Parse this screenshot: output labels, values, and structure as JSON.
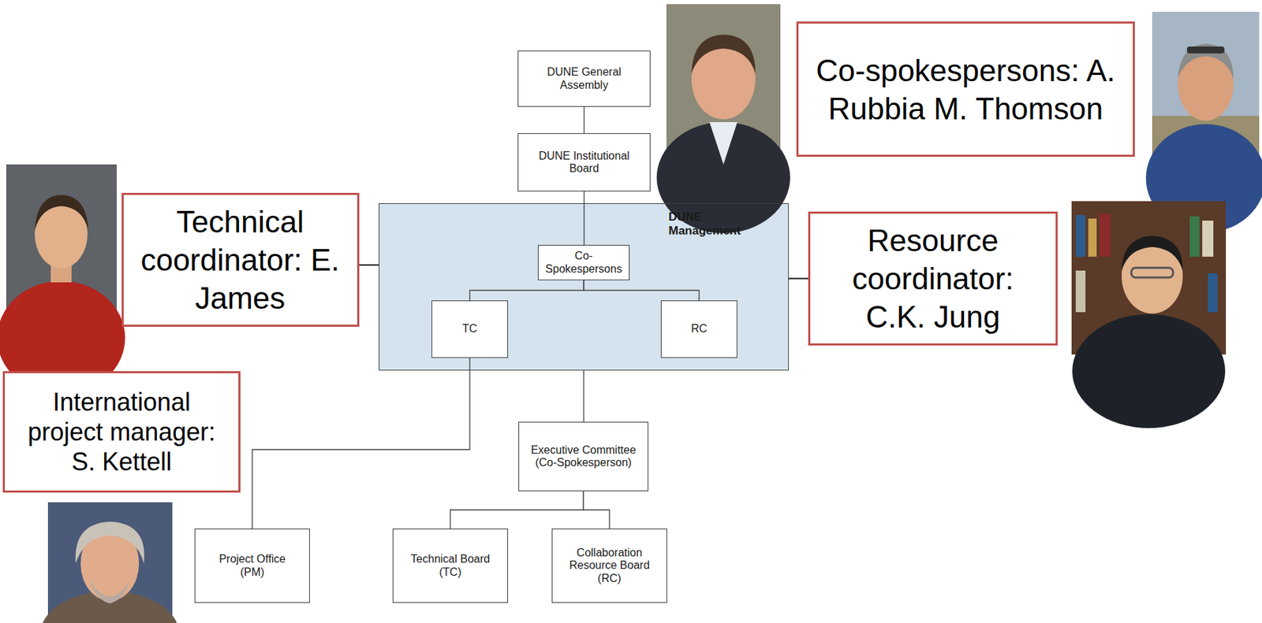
{
  "diagram": {
    "nodes": [
      {
        "text": [
          "DUNE General Assembly"
        ]
      },
      {
        "text": [
          "Co-spokespersons: A. Rubbia M. Thomson"
        ]
      },
      {
        "text": [
          "DUNE Institutional Board"
        ]
      },
      {
        "text": [
          "Technical coordinator: E. James"
        ]
      },
      {
        "text": [
          "DUNE Management"
        ]
      },
      {
        "text": [
          "Co- Spokespersons"
        ],
        "in": 4
      },
      {
        "text": [
          "TC"
        ],
        "in": 4
      },
      {
        "text": [
          "RC"
        ],
        "in": 4
      },
      {
        "text": [
          "Resource coordinator: C.K. Jung"
        ]
      },
      {
        "text": [
          "International project manager: S. Kettell"
        ]
      },
      {
        "text": [
          "Executive Committee (Co-Spokesperson)"
        ]
      },
      {
        "text": [
          "Project Office (PM)"
        ]
      },
      {
        "text": [
          "Technical Board (TC)"
        ]
      },
      {
        "text": [
          "Collaboration Resource Board (RC)"
        ]
      }
    ],
    "edges": [
      {
        "from": 0,
        "to": 2,
        "arrow": "none"
      },
      {
        "from": 2,
        "to": 5,
        "arrow": "none"
      },
      {
        "from": 5,
        "to": 6,
        "arrow": "none"
      },
      {
        "from": 5,
        "to": 7,
        "arrow": "none"
      },
      {
        "from": 3,
        "to": 4,
        "arrow": "none"
      },
      {
        "from": 4,
        "to": 8,
        "arrow": "none"
      },
      {
        "from": 4,
        "to": 10,
        "arrow": "none"
      },
      {
        "from": 6,
        "to": 11,
        "arrow": "none"
      },
      {
        "from": 10,
        "to": 12,
        "arrow": "none"
      },
      {
        "from": 10,
        "to": 13,
        "arrow": "none"
      }
    ]
  }
}
